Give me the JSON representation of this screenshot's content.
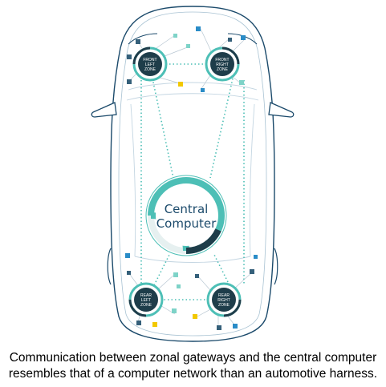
{
  "colors": {
    "outline": "#1b4a6b",
    "teal": "#4dbfb6",
    "dark_teal": "#1e3d4a",
    "square_blue": "#2a8cc7",
    "square_yellow": "#f2c800",
    "square_teal": "#7ed3c8",
    "square_navy": "#35607a"
  },
  "central": {
    "line1": "Central",
    "line2": "Computer"
  },
  "zones": {
    "front_left": {
      "line1": "FRONT",
      "line2": "LEFT",
      "line3": "ZONE"
    },
    "front_right": {
      "line1": "FRONT",
      "line2": "RIGHT",
      "line3": "ZONE"
    },
    "rear_left": {
      "line1": "REAR",
      "line2": "LEFT",
      "line3": "ZONE"
    },
    "rear_right": {
      "line1": "REAR",
      "line2": "RIGHT",
      "line3": "ZONE"
    }
  },
  "caption": {
    "line1": "Communication between zonal gateways and the central computer",
    "line2": "resembles that of a computer network than an automotive harness."
  }
}
